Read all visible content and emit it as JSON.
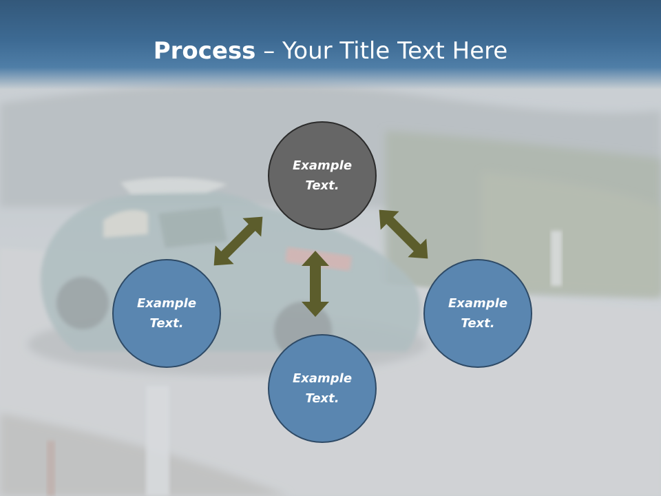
{
  "slide": {
    "title_bold": "Process",
    "title_rest": " – Your Title Text Here"
  },
  "diagram": {
    "nodes": [
      {
        "id": "top",
        "text": "Example\nText.",
        "fill": "#666666"
      },
      {
        "id": "left",
        "text": "Example\nText.",
        "fill": "#5a86b0"
      },
      {
        "id": "bottom",
        "text": "Example\nText.",
        "fill": "#5a86b0"
      },
      {
        "id": "right",
        "text": "Example\nText.",
        "fill": "#5a86b0"
      }
    ],
    "arrow_color": "#5c5d2c"
  }
}
